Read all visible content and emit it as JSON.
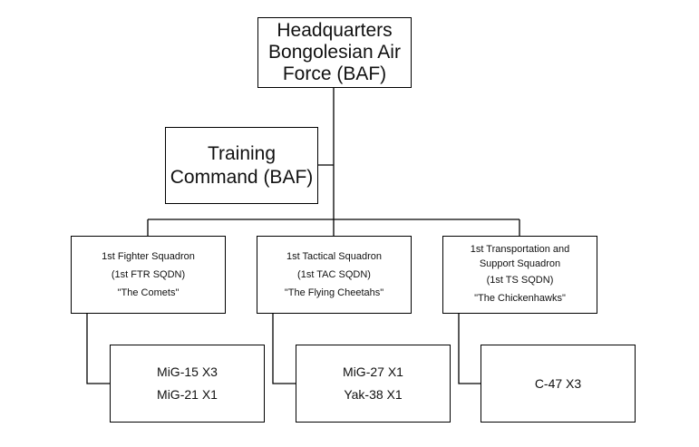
{
  "headquarters": {
    "lines": [
      "Headquarters",
      "Bongolesian Air",
      "Force (BAF)"
    ]
  },
  "training_command": {
    "lines": [
      "Training",
      "Command (BAF)"
    ]
  },
  "squadrons": [
    {
      "name_lines": [
        "1st Fighter Squadron"
      ],
      "abbreviation": "(1st FTR SQDN)",
      "nickname": "\"The Comets\"",
      "aircraft": [
        "MiG-15 X3",
        "MiG-21 X1"
      ]
    },
    {
      "name_lines": [
        "1st Tactical Squadron"
      ],
      "abbreviation": "(1st TAC SQDN)",
      "nickname": "\"The Flying Cheetahs\"",
      "aircraft": [
        "MiG-27 X1",
        "Yak-38 X1"
      ]
    },
    {
      "name_lines": [
        "1st Transportation and",
        "Support Squadron"
      ],
      "abbreviation": "(1st TS SQDN)",
      "nickname": "\"The Chickenhawks\"",
      "aircraft": [
        "C-47 X3"
      ]
    }
  ],
  "colors": {
    "line": "#000000",
    "box_fill": "#ffffff",
    "text": "#111111"
  }
}
